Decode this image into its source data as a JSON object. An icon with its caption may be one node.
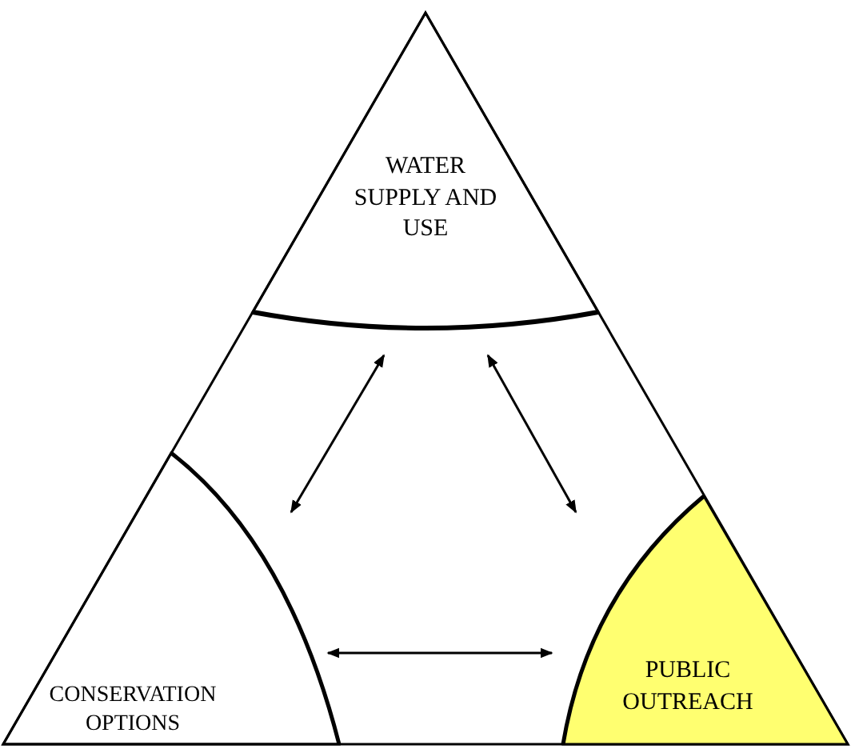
{
  "diagram": {
    "nodes": [
      {
        "text": [],
        "shape": "triangle"
      },
      {
        "text": [
          "WATER SUPPLY AND USE"
        ],
        "in": 0
      },
      {
        "text": [
          "CONSERVATION OPTIONS"
        ],
        "in": 0
      },
      {
        "text": [
          "PUBLIC OUTREACH"
        ],
        "in": 0
      }
    ],
    "edges": [
      {
        "from": 1,
        "to": 2,
        "arrow": "both"
      },
      {
        "from": 1,
        "to": 3,
        "arrow": "both"
      },
      {
        "from": 2,
        "to": 3,
        "arrow": "both"
      }
    ]
  }
}
